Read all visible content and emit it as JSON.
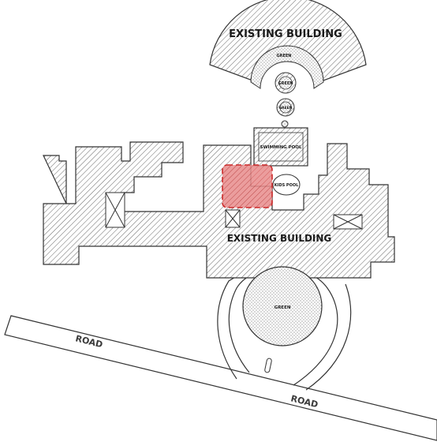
{
  "labels": {
    "existing_building_top": "EXISTING BUILDING",
    "existing_building_main": "EXISTING BUILDING",
    "green_arc": "GREEN",
    "green_circle_1": "GREEN",
    "green_circle_2": "GREEN",
    "swimming_pool": "SWIMMING POOL",
    "kids_pool": "KIDS POOL",
    "green_roundabout": "GREEN",
    "road_left": "ROAD",
    "road_right": "ROAD"
  },
  "colors": {
    "hatch_line": "#555555",
    "outline": "#333333",
    "highlight_fill": "#e07070",
    "highlight_stroke": "#cc2a2a",
    "paper": "#ffffff"
  }
}
